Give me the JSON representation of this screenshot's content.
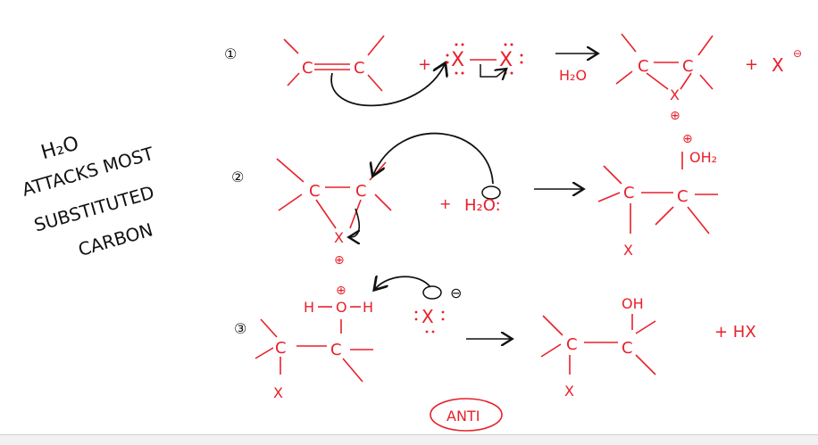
{
  "colors": {
    "red_ink": "#e8202a",
    "black_ink": "#111111",
    "background": "#ffffff"
  },
  "side_note": {
    "lines": [
      "H₂O",
      "ATTACKS MOST",
      "SUBSTITUTED",
      "CARBON"
    ]
  },
  "step1": {
    "number": "①",
    "reactant_left": {
      "c1": "C",
      "bond": "=",
      "c2": "C"
    },
    "plus": "+",
    "halogen": {
      "x1": "X",
      "bond": "—",
      "x2": "X"
    },
    "condition": "H₂O",
    "product": {
      "c1": "C",
      "c2": "C",
      "x": "X",
      "charge": "⊕"
    },
    "byproduct": {
      "plus": "+",
      "x": "X",
      "charge": "⊖"
    }
  },
  "step2": {
    "number": "②",
    "intermediate": {
      "c1": "C",
      "c2": "C",
      "x": "X",
      "charge": "⊕"
    },
    "plus": "+",
    "water": "H₂O:",
    "product": {
      "charge": "⊕",
      "oh2": "OH₂",
      "c1": "C",
      "c2": "C",
      "x": "X"
    }
  },
  "step3": {
    "number": "③",
    "reactant": {
      "h_left": "H",
      "o": "O",
      "h_right": "H",
      "charge": "⊕",
      "c1": "C",
      "c2": "C",
      "x": "X"
    },
    "base": {
      "x": "X",
      "charge": "⊖"
    },
    "product": {
      "oh": "OH",
      "c1": "C",
      "c2": "C",
      "x": "X"
    },
    "byproduct": "+ HX"
  },
  "footer_label": "ANTI"
}
